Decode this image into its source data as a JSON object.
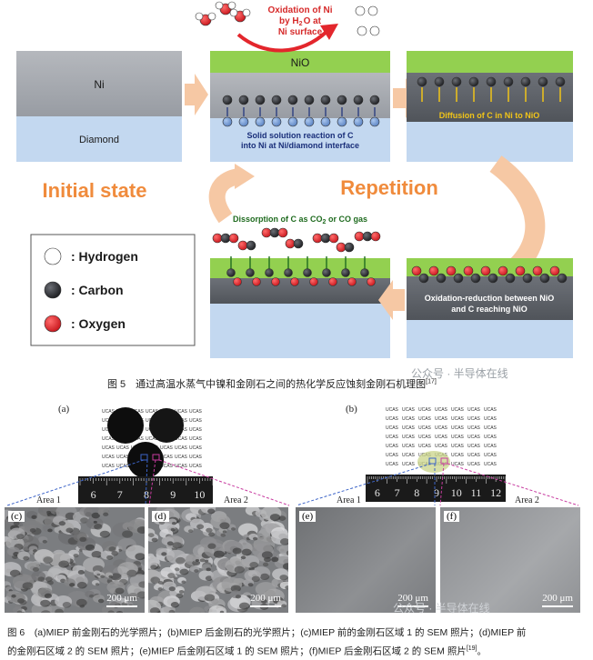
{
  "figure5": {
    "labels": {
      "ni": "Ni",
      "diamond": "Diamond",
      "nio": "NiO",
      "initial_state": "Initial state",
      "repetition": "Repetition",
      "oxidation_line1": "Oxidation of Ni",
      "oxidation_line2": "by H",
      "oxidation_line2_sub": "2",
      "oxidation_line2_end": "O at",
      "oxidation_line3": "Ni surface",
      "solid_line1": "Solid solution reaction of C",
      "solid_line2": "into Ni at Ni/diamond interface",
      "diffusion": "Diffusion of C in Ni to NiO",
      "dissorption": "Dissorption of C as CO",
      "dissorption_sub": "2",
      "dissorption_end": " or CO gas",
      "redox_line1": "Oxidation-reduction between NiO",
      "redox_line2": "and C reaching NiO"
    },
    "legend": [
      {
        "label": ": Hydrogen",
        "color": "#ffffff"
      },
      {
        "label": ": Carbon",
        "color": "#2b2d31"
      },
      {
        "label": ": Oxygen",
        "color": "#e3262c"
      }
    ],
    "caption": "图 5　通过高温水蒸气中镍和金刚石之间的热化学反应蚀刻金刚石机理图",
    "caption_ref": "[17]",
    "watermark": "公众号 · 半导体在线"
  },
  "figure6": {
    "panel_a": "(a)",
    "panel_b": "(b)",
    "area1": "Area 1",
    "area2": "Area 2",
    "ucas": "UCAS",
    "ruler_a": [
      "6",
      "7",
      "8",
      "9",
      "10"
    ],
    "ruler_b": [
      "6",
      "7",
      "8",
      "9",
      "10",
      "11",
      "12"
    ],
    "sem": [
      {
        "tag": "(c)",
        "scale": "200 μm"
      },
      {
        "tag": "(d)",
        "scale": "200 μm"
      },
      {
        "tag": "(e)",
        "scale": "200 μm"
      },
      {
        "tag": "(f)",
        "scale": "200 μm"
      }
    ],
    "caption_line1_a": "图 6　(a)MIEP 前金刚石的光学照片；(b)MIEP 后金刚石的光学照片；(c)MIEP 前的金刚石区域 1 的 SEM 照片；(d)MIEP 前",
    "caption_line2_a": "的金刚石区域 2 的 SEM 照片；(e)MIEP 后金刚石区域 1 的 SEM 照片；(f)MIEP 后金刚石区域 2 的 SEM 照片",
    "caption_ref": "[19]",
    "caption_end": "。",
    "watermark": "公众号 · 半导体在线"
  },
  "colors": {
    "ni": "#a9adb3",
    "diamond": "#c3d8f0",
    "nio": "#93d050",
    "orange_text": "#f08b3c",
    "arrow_orange": "#f6c8a4",
    "carbon": "#2b2d31",
    "oxygen": "#e3262c",
    "blue_text": "#1a2f7a",
    "green_text": "#1f6b1f",
    "yellow_text": "#f0c419",
    "red_text": "#d62a2a"
  }
}
